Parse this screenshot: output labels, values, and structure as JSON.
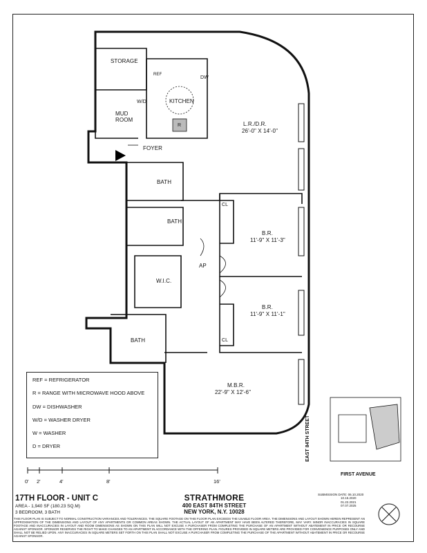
{
  "rooms": {
    "storage": "STORAGE",
    "ref": "REF",
    "dw": "DW",
    "wd": "W/D",
    "kitchen": "KITCHEN",
    "range": "R",
    "mudroom_1": "MUD",
    "mudroom_2": "ROOM",
    "foyer": "FOYER",
    "living_name": "L.R./D.R.",
    "living_dims": "26'-0\" X 14'-0\"",
    "bath1": "BATH",
    "bath2": "BATH",
    "bath3": "BATH",
    "wic": "W.I.C.",
    "ap": "AP",
    "cl1": "CL",
    "cl2": "CL",
    "br1_name": "B.R.",
    "br1_dims": "11'-9\" X 11'-3\"",
    "br2_name": "B.R.",
    "br2_dims": "11'-9\" X 11'-1\"",
    "mbr_name": "M.B.R.",
    "mbr_dims": "22'-9\" X 12'-6\""
  },
  "legend": [
    "REF = REFRIGERATOR",
    "R = RANGE WITH MICROWAVE HOOD ABOVE",
    "DW = DISHWASHER",
    "W/D = WASHER DRYER",
    "W = WASHER",
    "D = DRYER"
  ],
  "scale": [
    "0'",
    "2'",
    "4'",
    "8'",
    "16'"
  ],
  "key_plan": {
    "street_v": "EAST 84TH STREET",
    "street_h": "FIRST AVENUE"
  },
  "title_block": {
    "unit": "17TH FLOOR - UNIT C",
    "area": "AREA - 1,940 SF (180.23 SQ.M)",
    "beds": "3 BEDROOM, 3 BATH",
    "building": "STRATHMORE",
    "address_1": "400 EAST 84TH STREET",
    "address_2": "NEW YORK, N.Y. 10028",
    "submission_label": "SUBMISSION DATE: 06.10.2020",
    "dates": [
      "10.15.2020",
      "01.22.2021",
      "07.07.2025"
    ]
  },
  "disclaimer": "THIS FLOOR PLAN IS SUBJECT TO NORMAL CONSTRUCTION VARIANCES AND TOLERANCES. THE SQUARE FOOTAGE ON THIS FLOOR PLAN EXCEEDS THE USABLE FLOOR AREA. THE DIMENSIONS AND LAYOUT SHOWN HEREIN REPRESENT AN APPROXIMATION OF THE DIMENSIONS AND LAYOUT OF ANY APARTMENTS OR COMMON AREAS SHOWN. THE ACTUAL LAYOUT OF AN APARTMENT MAY HAVE BEEN ALTERED THEREFORE, MAY VARY. MINOR INACCURACIES IN SQUARE FOOTAGE AND INACCURACIES IN LAYOUT AND ROOM DIMENSIONS AS SHOWN ON THIS PLAN WILL NOT EXCUSE A PURCHASER FROM COMPLETING THE PURCHASE OF AN APARTMENT WITHOUT ABATEMENT IN PRICE OR RECOURSE AGAINST SPONSOR. SPONSOR RESERVES THE RIGHT TO MAKE CHANGES TO AN APARTMENT IN ACCORDANCE WITH THE OFFERING PLAN. FIGURES PROVIDED IN SQUARE METERS ARE PROVIDED FOR CONVENIENCE PURPOSES ONLY AND SHALL NOT BE RELIED UPON. ANY INACCURACIES IN SQUARE METERS SET FORTH ON THIS PLAN SHALL NOT EXCUSE A PURCHASER FROM COMPLETING THE PURCHASE OF THE APARTMENT WITHOUT ABATEMENT IN PRICE OR RECOURSE AGAINST SPONSOR."
}
